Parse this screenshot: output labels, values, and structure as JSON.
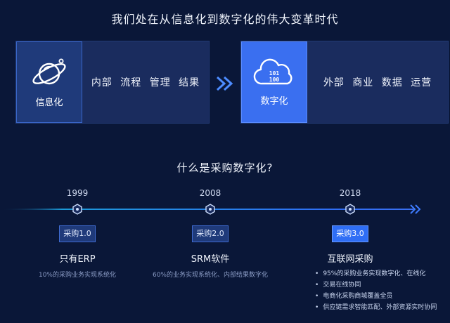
{
  "header": {
    "title": "我们处在从信息化到数字化的伟大变革时代"
  },
  "left_panel": {
    "icon_label": "信息化",
    "words": "内部  流程  管理  结果"
  },
  "right_panel": {
    "icon_label": "数字化",
    "icon_digits": "101 100",
    "words": "外部  商业  数据  运营"
  },
  "section": {
    "title": "什么是采购数字化?"
  },
  "timeline": {
    "stages": [
      {
        "year": "1999",
        "badge": "采购1.0",
        "name": "只有ERP",
        "desc": "10%的采购业务实现系统化"
      },
      {
        "year": "2008",
        "badge": "采购2.0",
        "name": "SRM软件",
        "desc": "60%的业务实现系统化、内部结果数字化"
      },
      {
        "year": "2018",
        "badge": "采购3.0",
        "name": "互联网采购",
        "bullets": [
          "95%的采购业务实现数字化、在线化",
          "交易在线协同",
          "电商化采购商城覆盖全员",
          "供应链需求智能匹配、外部资源实时协同"
        ]
      }
    ]
  },
  "colors": {
    "background": "#0a1738",
    "accent": "#2f6ef5",
    "panel": "#1a2c5e"
  },
  "icons": [
    "planet-icon",
    "cloud-data-icon",
    "double-chevron-icon",
    "hexagon-node-icon"
  ]
}
